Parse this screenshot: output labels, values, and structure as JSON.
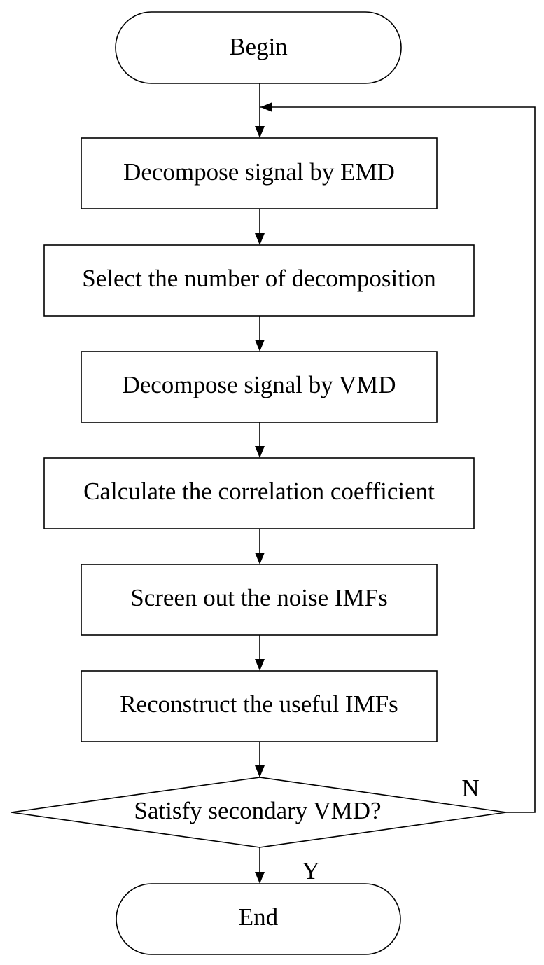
{
  "flowchart": {
    "start": "Begin",
    "steps": [
      "Decompose signal by EMD",
      "Select the number of decomposition",
      "Decompose signal by VMD",
      "Calculate the correlation coefficient",
      "Screen out the noise IMFs",
      "Reconstruct the useful IMFs"
    ],
    "decision": "Satisfy secondary VMD?",
    "no_label": "N",
    "yes_label": "Y",
    "end": "End"
  }
}
